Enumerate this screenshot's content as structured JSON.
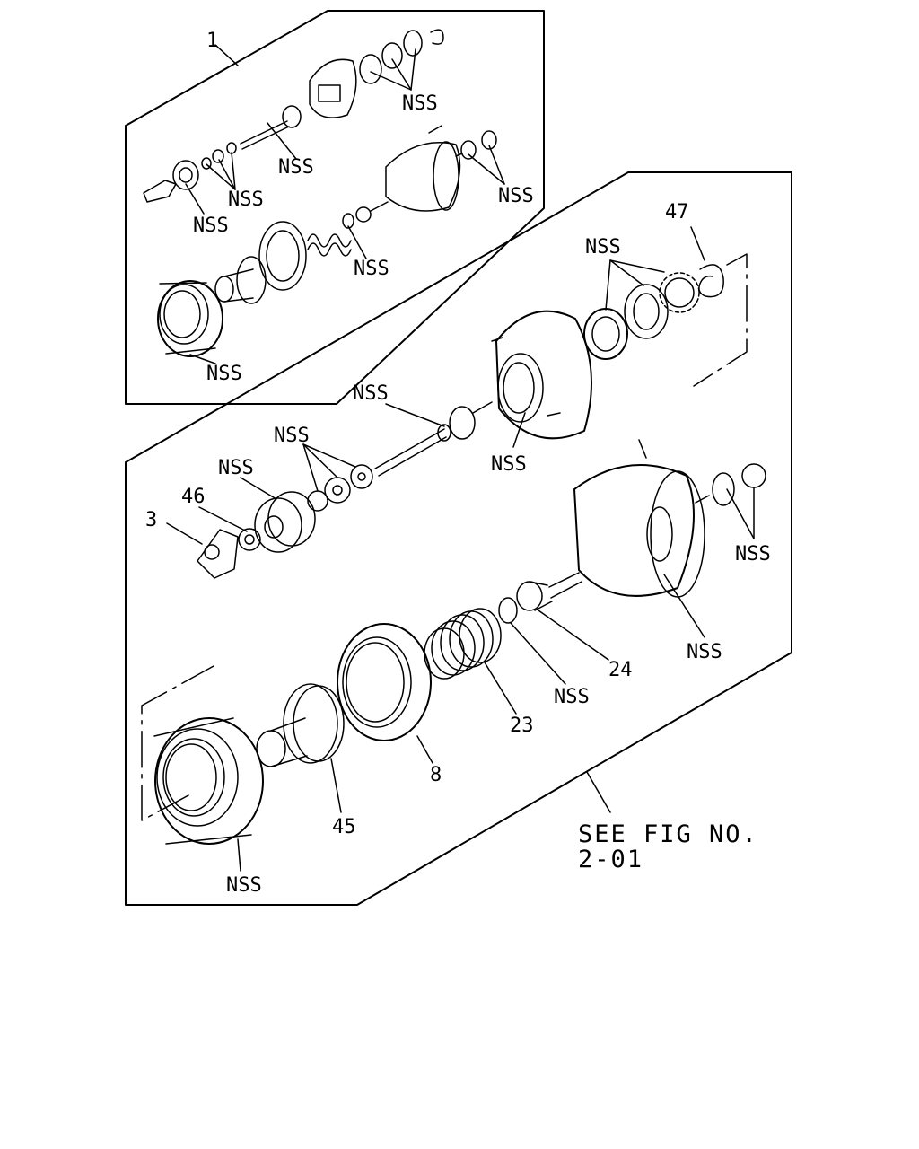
{
  "labels": {
    "assembly": "1",
    "nss": "NSS",
    "p3": "3",
    "p8": "8",
    "p23": "23",
    "p24": "24",
    "p45": "45",
    "p46": "46",
    "p47": "47"
  },
  "reference": {
    "line1": "SEE FIG NO.",
    "line2": "2-01"
  }
}
